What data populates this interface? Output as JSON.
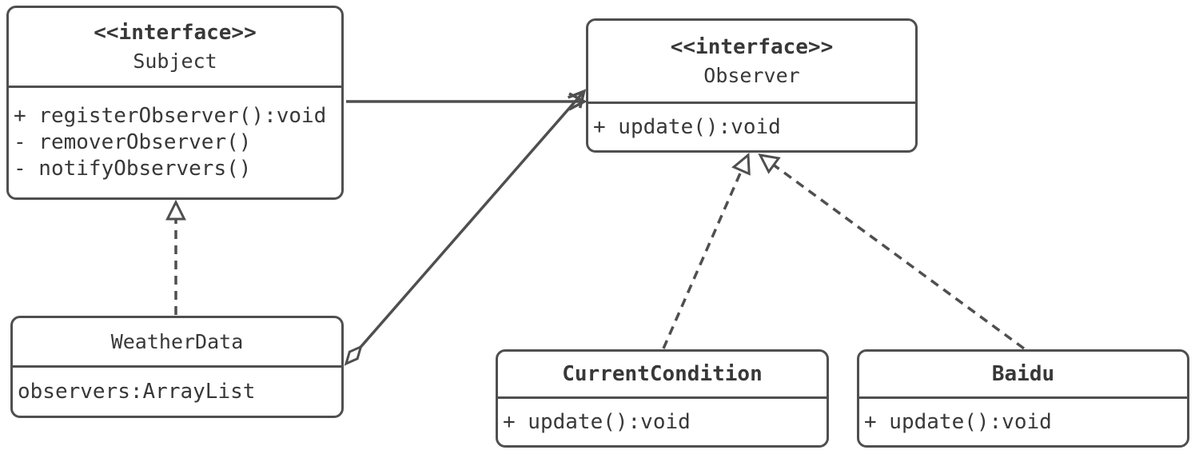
{
  "diagram": {
    "type": "uml-class-diagram",
    "pattern": "Observer",
    "colors": {
      "stroke": "#4f4f4f",
      "text": "#383838",
      "background": "#ffffff"
    },
    "classes": [
      {
        "id": "subject",
        "stereotype": "<<interface>>",
        "name": "Subject",
        "members": [
          "+ registerObserver():void",
          "- removerObserver()",
          "- notifyObservers()"
        ]
      },
      {
        "id": "observer",
        "stereotype": "<<interface>>",
        "name": "Observer",
        "members": [
          "+ update():void"
        ]
      },
      {
        "id": "weatherdata",
        "name": "WeatherData",
        "members": [
          "observers:ArrayList"
        ]
      },
      {
        "id": "currentcondition",
        "name": "CurrentCondition",
        "members": [
          "+ update():void"
        ]
      },
      {
        "id": "baidu",
        "name": "Baidu",
        "members": [
          "+ update():void"
        ]
      }
    ],
    "relationships": [
      {
        "from": "Subject",
        "to": "Observer",
        "type": "association",
        "line": "solid",
        "end": "open-arrow"
      },
      {
        "from": "WeatherData",
        "to": "Observer",
        "type": "aggregation",
        "line": "solid",
        "start": "hollow-diamond",
        "end": "open-arrow"
      },
      {
        "from": "WeatherData",
        "to": "Subject",
        "type": "realization",
        "line": "dashed",
        "end": "hollow-triangle"
      },
      {
        "from": "CurrentCondition",
        "to": "Observer",
        "type": "realization",
        "line": "dashed",
        "end": "hollow-triangle"
      },
      {
        "from": "Baidu",
        "to": "Observer",
        "type": "realization",
        "line": "dashed",
        "end": "hollow-triangle"
      }
    ]
  }
}
